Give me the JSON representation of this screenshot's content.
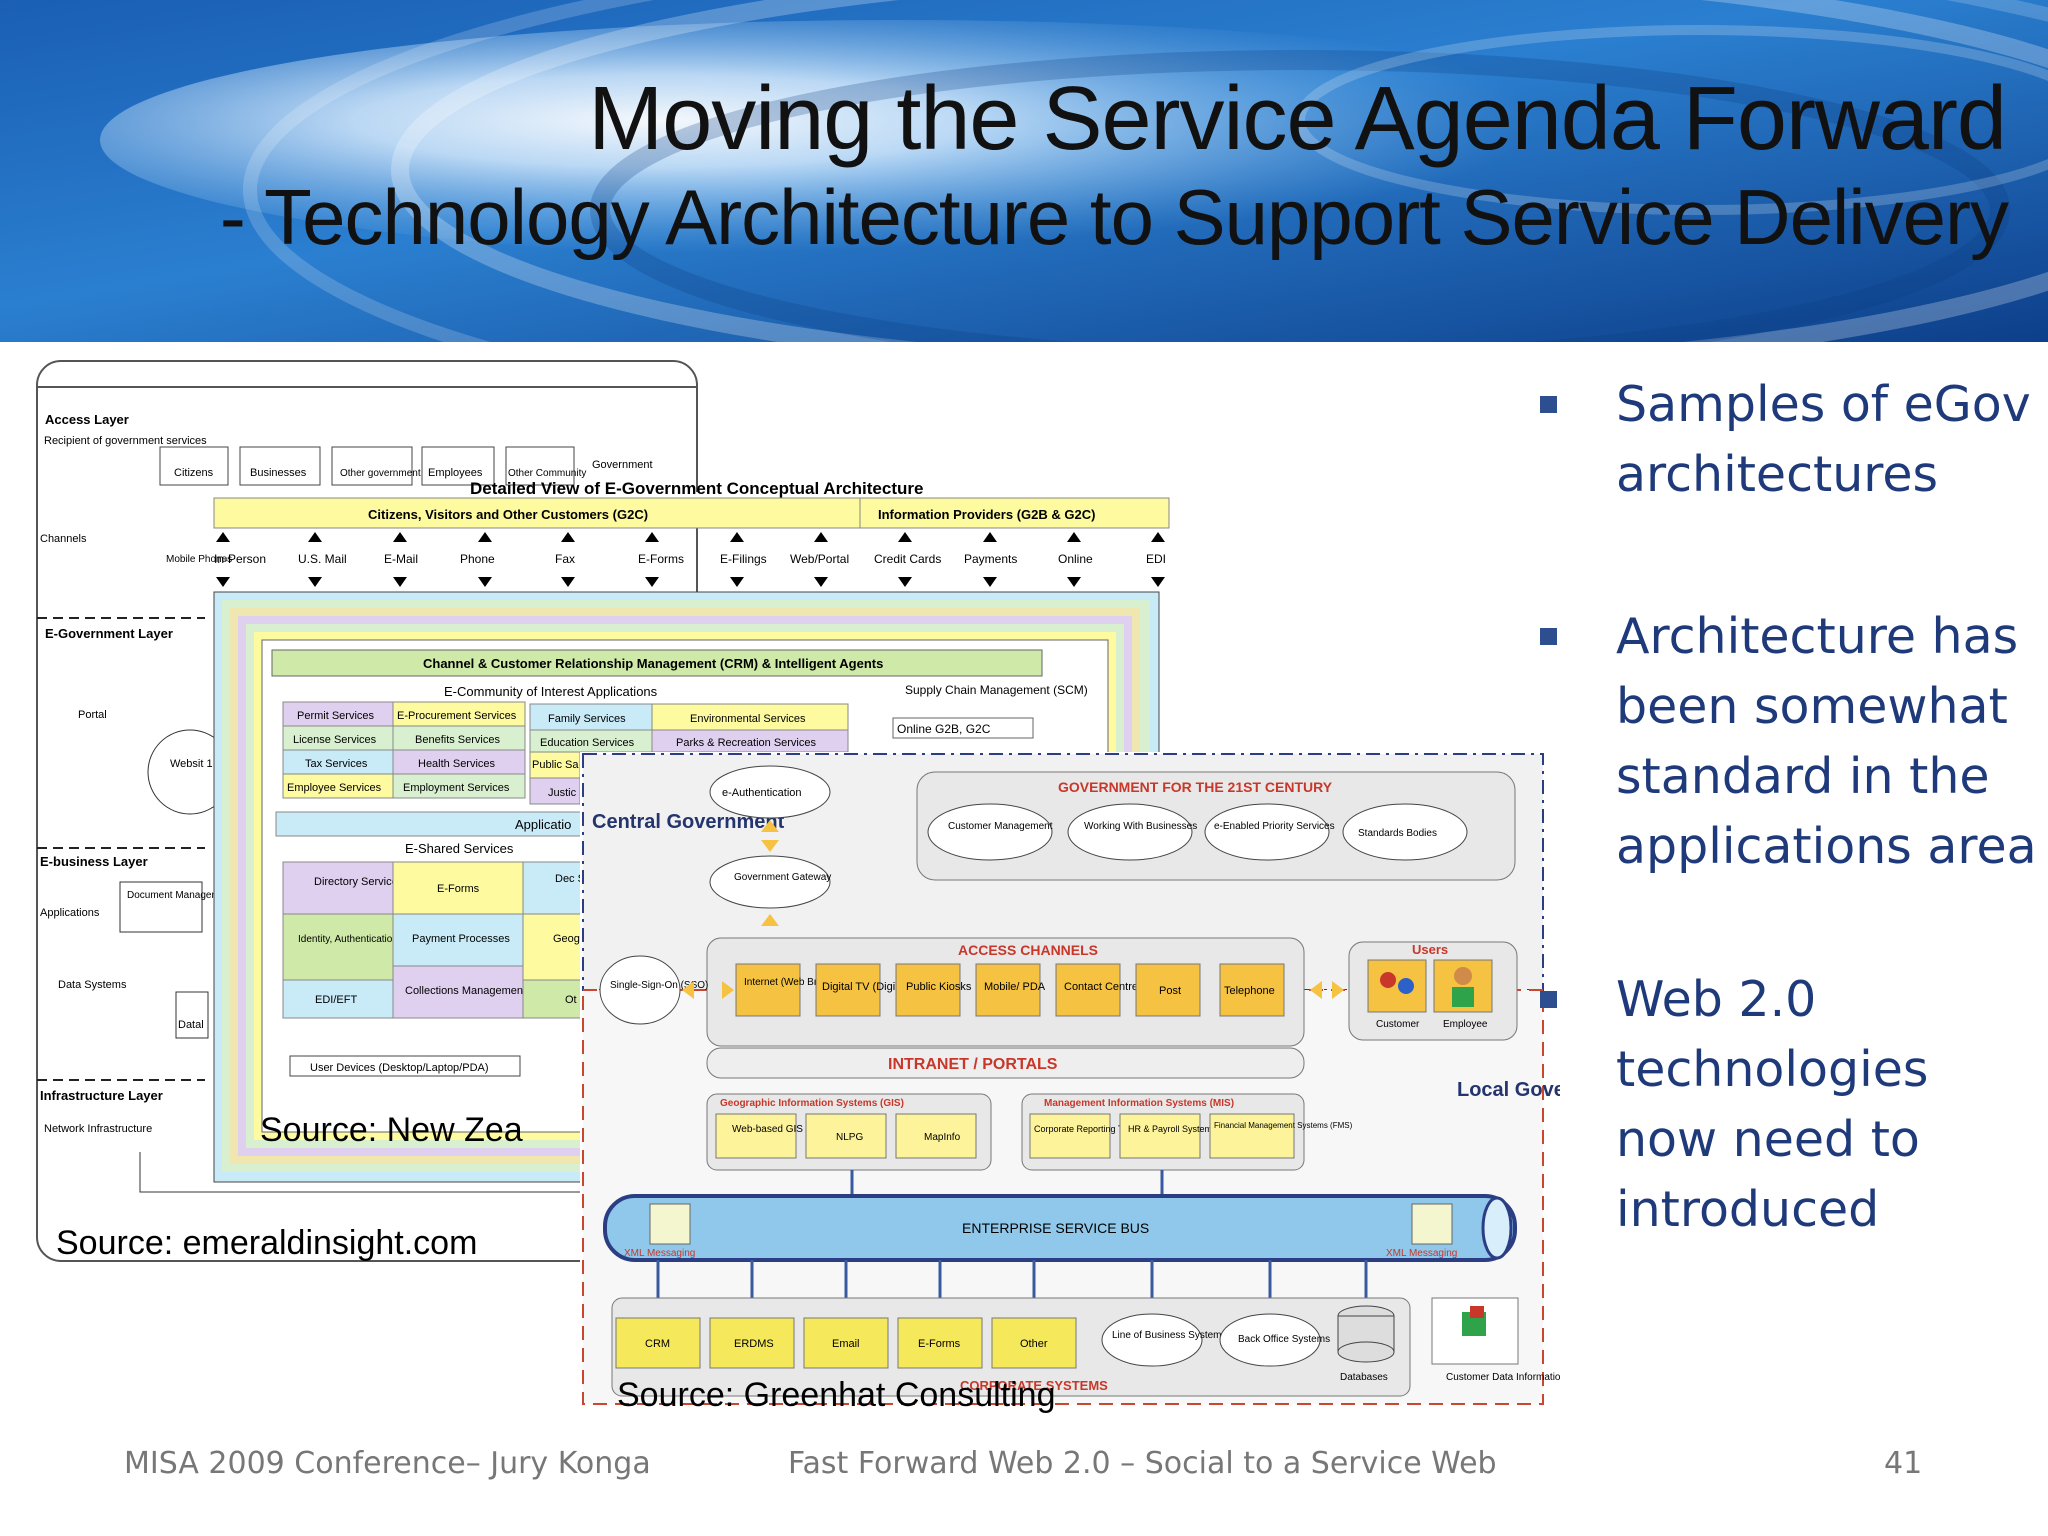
{
  "title": {
    "line1": "Moving the Service Agenda Forward",
    "line2": "- Technology Architecture to Support Service Delivery"
  },
  "bullets": [
    "Samples of eGov architectures",
    "Architecture has been somewhat standard in the applications area",
    "Web 2.0 technologies now need to introduced"
  ],
  "footer": {
    "left": "MISA 2009 Conference– Jury Konga",
    "center": "Fast Forward Web 2.0 – Social to a Service Web",
    "page": "41"
  },
  "diagram1": {
    "layers": {
      "access": "Access Layer",
      "egov": "E-Government Layer",
      "ebiz": "E-business Layer",
      "infra": "Infrastructure Layer"
    },
    "left_labels": {
      "recipient": "Recipient of government services",
      "channels": "Channels",
      "portal": "Portal",
      "applications": "Applications",
      "data": "Data Systems",
      "network": "Network Infrastructure"
    },
    "recipients": [
      "Citizens",
      "Businesses",
      "Other government",
      "Employees",
      "Other Community"
    ],
    "government_label": "Government",
    "mobile": "Mobile Phones",
    "website": "Websit 1",
    "docmgmt": "Document Management System",
    "datal": "Datal",
    "source": "Source:  emeraldinsight.com"
  },
  "diagram2": {
    "title": "Detailed View of E-Government Conceptual Architecture",
    "g2c": "Citizens, Visitors and Other Customers (G2C)",
    "g2b": "Information Providers (G2B & G2C)",
    "channels": [
      "In-Person",
      "U.S. Mail",
      "E-Mail",
      "Phone",
      "Fax",
      "E-Forms",
      "E-Filings",
      "Web/Portal",
      "Credit Cards",
      "Payments",
      "Online",
      "EDI"
    ],
    "crm": "Channel & Customer Relationship Management (CRM) & Intelligent Agents",
    "community": "E-Community of Interest Applications",
    "scm": "Supply Chain Management (SCM)",
    "online": "Online G2B, G2C",
    "services_col1": [
      "Permit Services",
      "License Services",
      "Tax Services",
      "Employee Services"
    ],
    "services_col2": [
      "E-Procurement Services",
      "Benefits Services",
      "Health Services",
      "Employment Services"
    ],
    "services_col3": [
      "Family Services",
      "Education Services",
      "Public Sa",
      "Justic"
    ],
    "services_col4": [
      "Environmental Services",
      "Parks & Recreation Services"
    ],
    "applications": "Applicatio",
    "shared": "E-Shared Services",
    "shared_col1": [
      "Directory Services",
      "Identity, Authentication, Authorization",
      "EDI/EFT"
    ],
    "shared_col2": [
      "E-Forms",
      "Payment Processes",
      "Collections Management"
    ],
    "shared_col3": [
      "Dec Sup",
      "Geog Infor Sys",
      "Ot"
    ],
    "devices": "User Devices (Desktop/Laptop/PDA)",
    "source": "Source:  New Zea"
  },
  "diagram3": {
    "central": "Central Government",
    "local": "Local Government",
    "eauth": "e-Authentication",
    "gateway": "Government Gateway",
    "gov21": "GOVERNMENT FOR THE 21ST CENTURY",
    "gov21_items": [
      "Customer Management",
      "Working With Businesses",
      "e-Enabled Priority Services",
      "Standards Bodies"
    ],
    "access_channels": "ACCESS CHANNELS",
    "channels": [
      "Internet (Web Browser)",
      "Digital TV (DigiTV)",
      "Public Kiosks",
      "Mobile/ PDA",
      "Contact Centre",
      "Post",
      "Telephone"
    ],
    "sso": "Single-Sign-On (SSO)",
    "users": "Users",
    "customer": "Customer",
    "employee": "Employee",
    "intranet": "INTRANET / PORTALS",
    "gis": "Geographic Information Systems (GIS)",
    "gis_items": [
      "Web-based GIS",
      "NLPG",
      "MapInfo"
    ],
    "mis": "Management Information Systems (MIS)",
    "mis_items": [
      "Corporate Reporting Tools",
      "HR & Payroll Systems",
      "Financial Management Systems (FMS)"
    ],
    "esb": "ENTERPRISE SERVICE BUS",
    "xml": "XML Messaging",
    "corp_items": [
      "CRM",
      "ERDMS",
      "Email",
      "E-Forms",
      "Other"
    ],
    "line_of_business": "Line of Business Systems",
    "back_office": "Back Office Systems",
    "databases": "Databases",
    "customer_data": "Customer Data Information",
    "corporate": "CORPORATE SYSTEMS",
    "source": "Source: Greenhat Consulting"
  }
}
